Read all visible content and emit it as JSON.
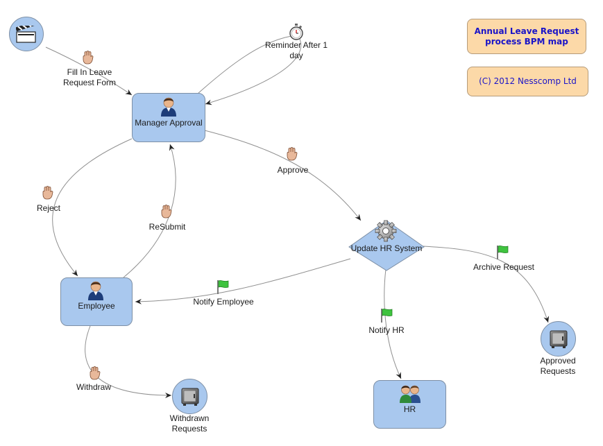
{
  "notes": {
    "title": "Annual Leave Request process BPM map",
    "copyright": "(C) 2012 Nesscomp Ltd"
  },
  "nodes": {
    "start": {
      "icon": "clapperboard-icon"
    },
    "manager_approval": {
      "label": "Manager Approval",
      "icon": "user-icon"
    },
    "employee": {
      "label": "Employee",
      "icon": "user-icon"
    },
    "update_hr_system": {
      "label": "Update HR System",
      "icon": "gear-icon"
    },
    "hr": {
      "label": "HR",
      "icon": "users-icon"
    },
    "approved_requests": {
      "label": "Approved Requests",
      "icon": "safe-icon"
    },
    "withdrawn_requests": {
      "label": "Withdrawn Requests",
      "icon": "safe-icon"
    }
  },
  "edges": {
    "fill_in": {
      "label": "Fill In Leave Request Form",
      "icon": "hand-icon"
    },
    "reminder": {
      "label": "Reminder After 1 day",
      "icon": "stopwatch-icon"
    },
    "approve": {
      "label": "Approve",
      "icon": "hand-icon"
    },
    "reject": {
      "label": "Reject",
      "icon": "hand-icon"
    },
    "resubmit": {
      "label": "ReSubmit",
      "icon": "hand-icon"
    },
    "notify_employee": {
      "label": "Notify Employee",
      "icon": "flag-icon"
    },
    "notify_hr": {
      "label": "Notify HR",
      "icon": "flag-icon"
    },
    "archive_request": {
      "label": "Archive Request",
      "icon": "flag-icon"
    },
    "withdraw": {
      "label": "Withdraw",
      "icon": "hand-icon"
    }
  },
  "colors": {
    "node_fill": "#a9c8ee",
    "note_fill": "#fcd9a8",
    "note_text": "#1a14c8",
    "flag_green": "#3fc33f"
  }
}
